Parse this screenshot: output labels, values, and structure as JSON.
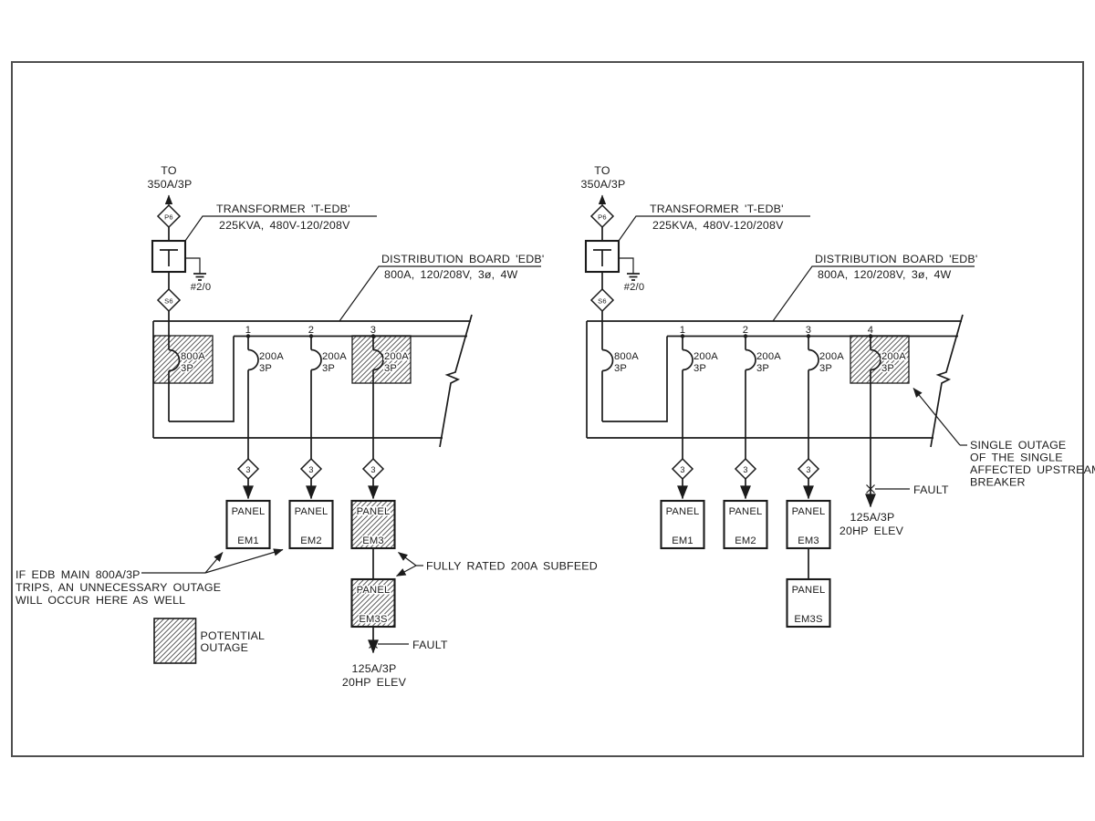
{
  "colors": {
    "line": "#1b1b1b",
    "page_border": "#4f4f4f",
    "hatch": "#4a4a4a",
    "background": "#ffffff"
  },
  "shared": {
    "to": "TO",
    "feeder_rating": "350A/3P",
    "primary_device": "P6",
    "secondary_device": "S6",
    "ground_conductor": "#2/0",
    "transformer_label": {
      "line1": "TRANSFORMER 'T-EDB'",
      "line2": "225KVA, 480V-120/208V"
    },
    "board_label": {
      "line1": "DISTRIBUTION BOARD 'EDB'",
      "line2": "800A, 120/208V, 3ø, 4W"
    },
    "main_breaker": {
      "amps": "800A",
      "poles": "3P"
    },
    "branch_breaker": {
      "amps": "200A",
      "poles": "3P"
    },
    "feeder_diamond": "3",
    "panel_word": "PANEL",
    "fault_label": "FAULT",
    "load_rating": "125A/3P",
    "load_name": "20HP ELEV"
  },
  "left_diagram": {
    "breaker_numbers": [
      "1",
      "2",
      "3"
    ],
    "panels": [
      "EM1",
      "EM2",
      "EM3"
    ],
    "sub_panel": "EM3S",
    "trip_note": [
      "IF EDB MAIN 800A/3P",
      "TRIPS, AN UNNECESSARY OUTAGE",
      "WILL OCCUR HERE AS WELL"
    ],
    "subfeed_note": "FULLY RATED 200A SUBFEED",
    "legend": {
      "line1": "POTENTIAL",
      "line2": "OUTAGE"
    }
  },
  "right_diagram": {
    "breaker_numbers": [
      "1",
      "2",
      "3",
      "4"
    ],
    "panels": [
      "EM1",
      "EM2",
      "EM3"
    ],
    "sub_panel": "EM3S",
    "outage_note": [
      "SINGLE OUTAGE",
      "OF THE SINGLE",
      "AFFECTED UPSTREAM",
      "BREAKER"
    ]
  }
}
